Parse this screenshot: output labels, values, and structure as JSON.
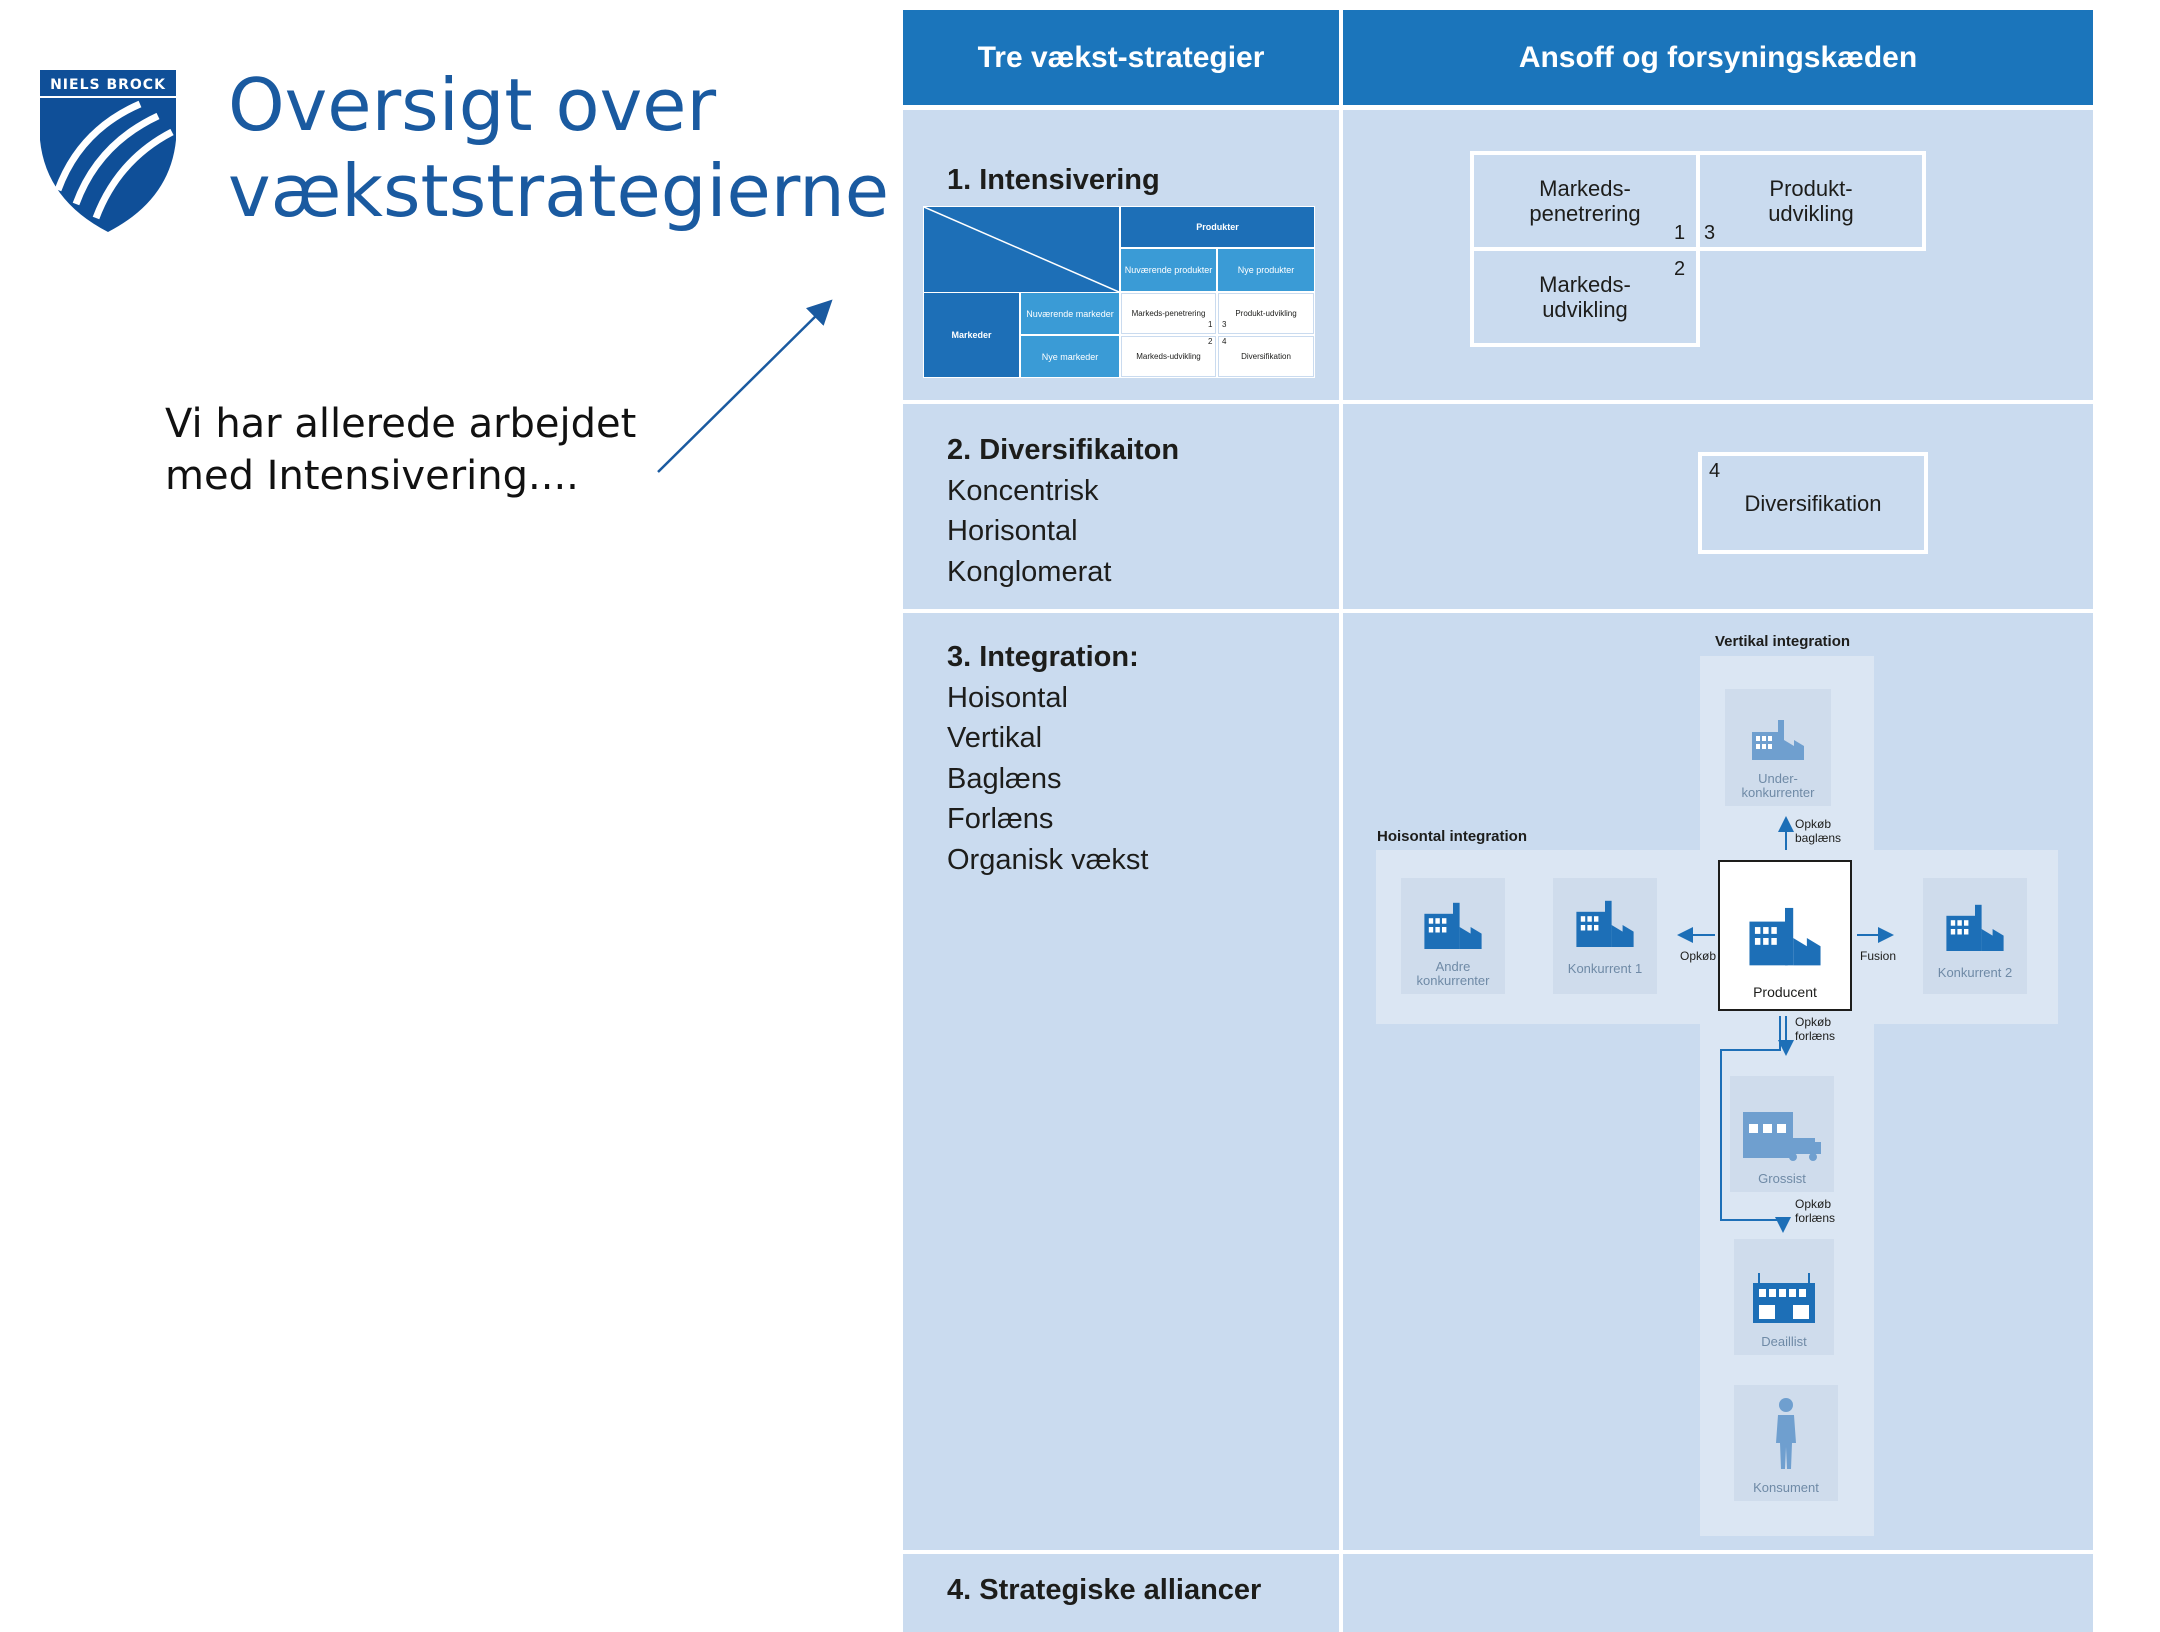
{
  "logo": {
    "text": "NIELS BROCK"
  },
  "title": {
    "line1": "Oversigt over",
    "line2": "vækststrategierne"
  },
  "note": {
    "line1": "Vi har allerede arbejdet",
    "line2": "med Intensivering...."
  },
  "table": {
    "header_left": "Tre vækst-strategier",
    "header_right": "Ansoff og forsyningskæden",
    "rows": [
      {
        "title": "1. Intensivering",
        "items": []
      },
      {
        "title": "2. Diversifikaiton",
        "items": [
          "Koncentrisk",
          "Horisontal",
          "Konglomerat"
        ]
      },
      {
        "title": "3. Integration:",
        "items": [
          "Hoisontal",
          "Vertikal",
          "Baglæns",
          "Forlæns",
          "Organisk vækst"
        ]
      },
      {
        "title": "4. Strategiske alliancer",
        "items": []
      }
    ]
  },
  "mini_matrix": {
    "produkter": "Produkter",
    "naev_prod": "Nuværende produkter",
    "nye_prod": "Nye produkter",
    "markeder": "Markeder",
    "naev_mark": "Nuværende markeder",
    "nye_mark": "Nye markeder",
    "c1": "Markeds-penetrering",
    "c2": "Produkt-udvikling",
    "c3": "Markeds-udvikling",
    "c4": "Diversifikation",
    "n1": "1",
    "n2": "2",
    "n3": "3",
    "n4": "4"
  },
  "ansoff": {
    "markedspenetrering": "Markeds-\npenetrering",
    "produktudvikling": "Produkt-\nudvikling",
    "markedsudvikling": "Markeds-\nudvikling",
    "n1": "1",
    "n2": "2",
    "n3": "3"
  },
  "diversifikation": {
    "n4": "4",
    "label": "Diversifikation"
  },
  "integration": {
    "vertical_title": "Vertikal integration",
    "horizontal_title": "Hoisontal integration",
    "under": "Under-\nkonkurrenter",
    "opkob_baglaens": "Opkøb\nbaglæns",
    "andre": "Andre\nkonkurrenter",
    "konk1": "Konkurrent 1",
    "opkob": "Opkøb",
    "producent": "Producent",
    "fusion": "Fusion",
    "konk2": "Konkurrent 2",
    "opkob_forlaens1": "Opkøb\nforlæns",
    "grossist": "Grossist",
    "opkob_forlaens2": "Opkøb\nforlæns",
    "detaillist": "Deaillist",
    "konsument": "Konsument"
  },
  "colors": {
    "header": "#1b75bb",
    "cell": "#cadbef",
    "title": "#1a5aa0",
    "dark_blue": "#1d6fb7"
  }
}
